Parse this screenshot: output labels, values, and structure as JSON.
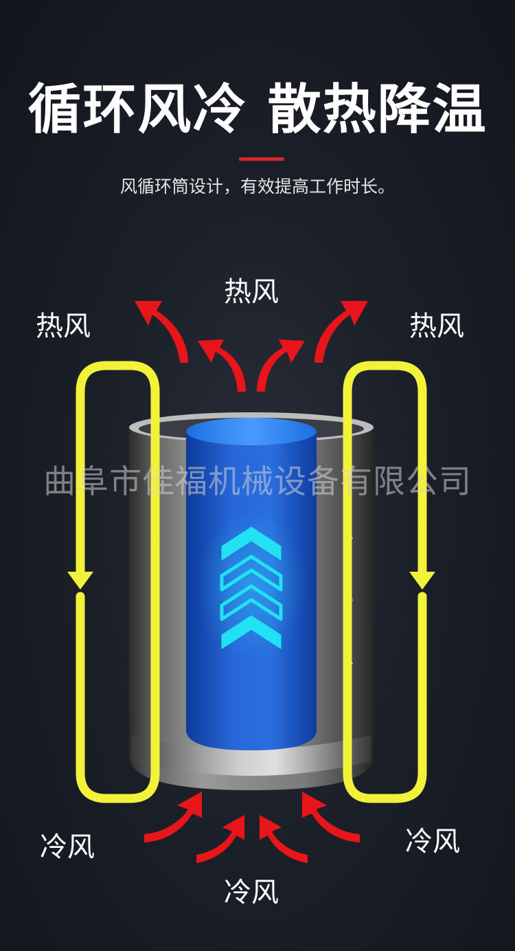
{
  "heading": {
    "title": "循环风冷 散热降温",
    "subtitle": "风循环筒设计，有效提高工作时长。"
  },
  "labels": {
    "hot_top": "热风",
    "hot_left": "热风",
    "hot_right": "热风",
    "cold_left": "冷风",
    "cold_right": "冷风",
    "cold_bottom": "冷风"
  },
  "watermark": "曲阜市佳福机械设备有限公司",
  "colors": {
    "background": "#1b1f28",
    "accent": "#d8262d",
    "airflow_loop": "#f2f23a",
    "hot_arrow": "#e8151b",
    "cold_arrow": "#e8151b",
    "core_blue": "#1f5fd0",
    "chevron": "#22e1f2"
  },
  "icons": {
    "hot_air": "red-curved-arrow-icon",
    "cold_air": "red-curved-arrow-icon",
    "airflow": "yellow-loop-arrow-icon",
    "core": "cyan-chevron-up-icon"
  }
}
